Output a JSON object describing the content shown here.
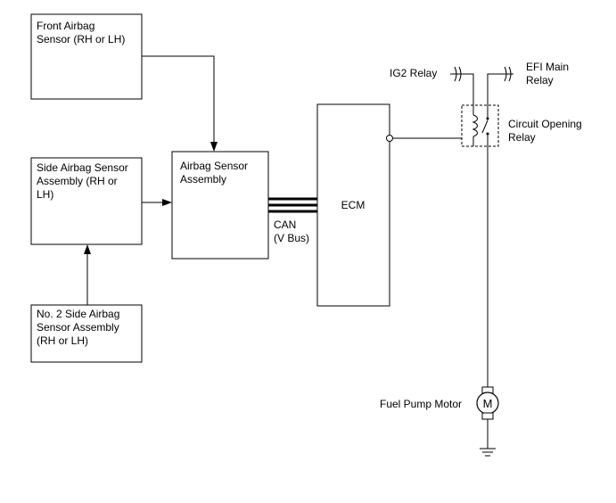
{
  "blocks": {
    "front_airbag": [
      "Front Airbag",
      "Sensor (RH or LH)"
    ],
    "side_airbag": [
      "Side Airbag Sensor",
      "Assembly (RH or",
      "LH)"
    ],
    "no2_side_airbag": [
      "No. 2 Side Airbag",
      "Sensor Assembly",
      "(RH or LH)"
    ],
    "airbag_sensor_assembly": [
      "Airbag Sensor",
      "Assembly"
    ],
    "ecm": "ECM"
  },
  "bus_label": [
    "CAN",
    "(V Bus)"
  ],
  "relays": {
    "ig2": "IG2 Relay",
    "efi_main": [
      "EFI Main",
      "Relay"
    ],
    "circuit_opening": [
      "Circuit Opening",
      "Relay"
    ]
  },
  "motor": {
    "label": "Fuel Pump Motor",
    "symbol": "M"
  }
}
